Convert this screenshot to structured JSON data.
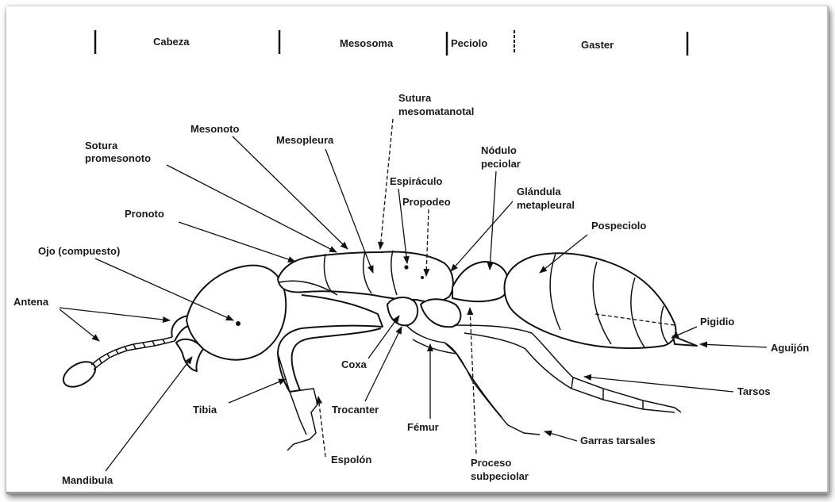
{
  "sections": {
    "head": "Cabeza",
    "mesosoma": "Mesosoma",
    "petiole": "Peciolo",
    "gaster": "Gaster"
  },
  "labels": {
    "sutura_mesometanotal_1": "Sutura",
    "sutura_mesometanotal_2": "mesomatanotal",
    "mesonoto": "Mesonoto",
    "sotura_promesonoto_1": "Sotura",
    "sotura_promesonoto_2": "promesonoto",
    "mesopleura": "Mesopleura",
    "nodulo_1": "Nódulo",
    "nodulo_2": "peciolar",
    "espiraculo": "Espiráculo",
    "propodeo": "Propodeo",
    "glandula_1": "Glándula",
    "glandula_2": "metapleural",
    "pronoto": "Pronoto",
    "pospeciolo": "Pospeciolo",
    "ojo": "Ojo (compuesto)",
    "antena": "Antena",
    "pigidio": "Pigidio",
    "aguijon": "Aguijón",
    "coxa": "Coxa",
    "tarsos": "Tarsos",
    "tibia": "Tibia",
    "trocanter": "Trocanter",
    "femur": "Fémur",
    "garras": "Garras tarsales",
    "espolon": "Espolón",
    "proceso_1": "Proceso",
    "proceso_2": "subpeciolar",
    "mandibula": "Mandibula"
  }
}
